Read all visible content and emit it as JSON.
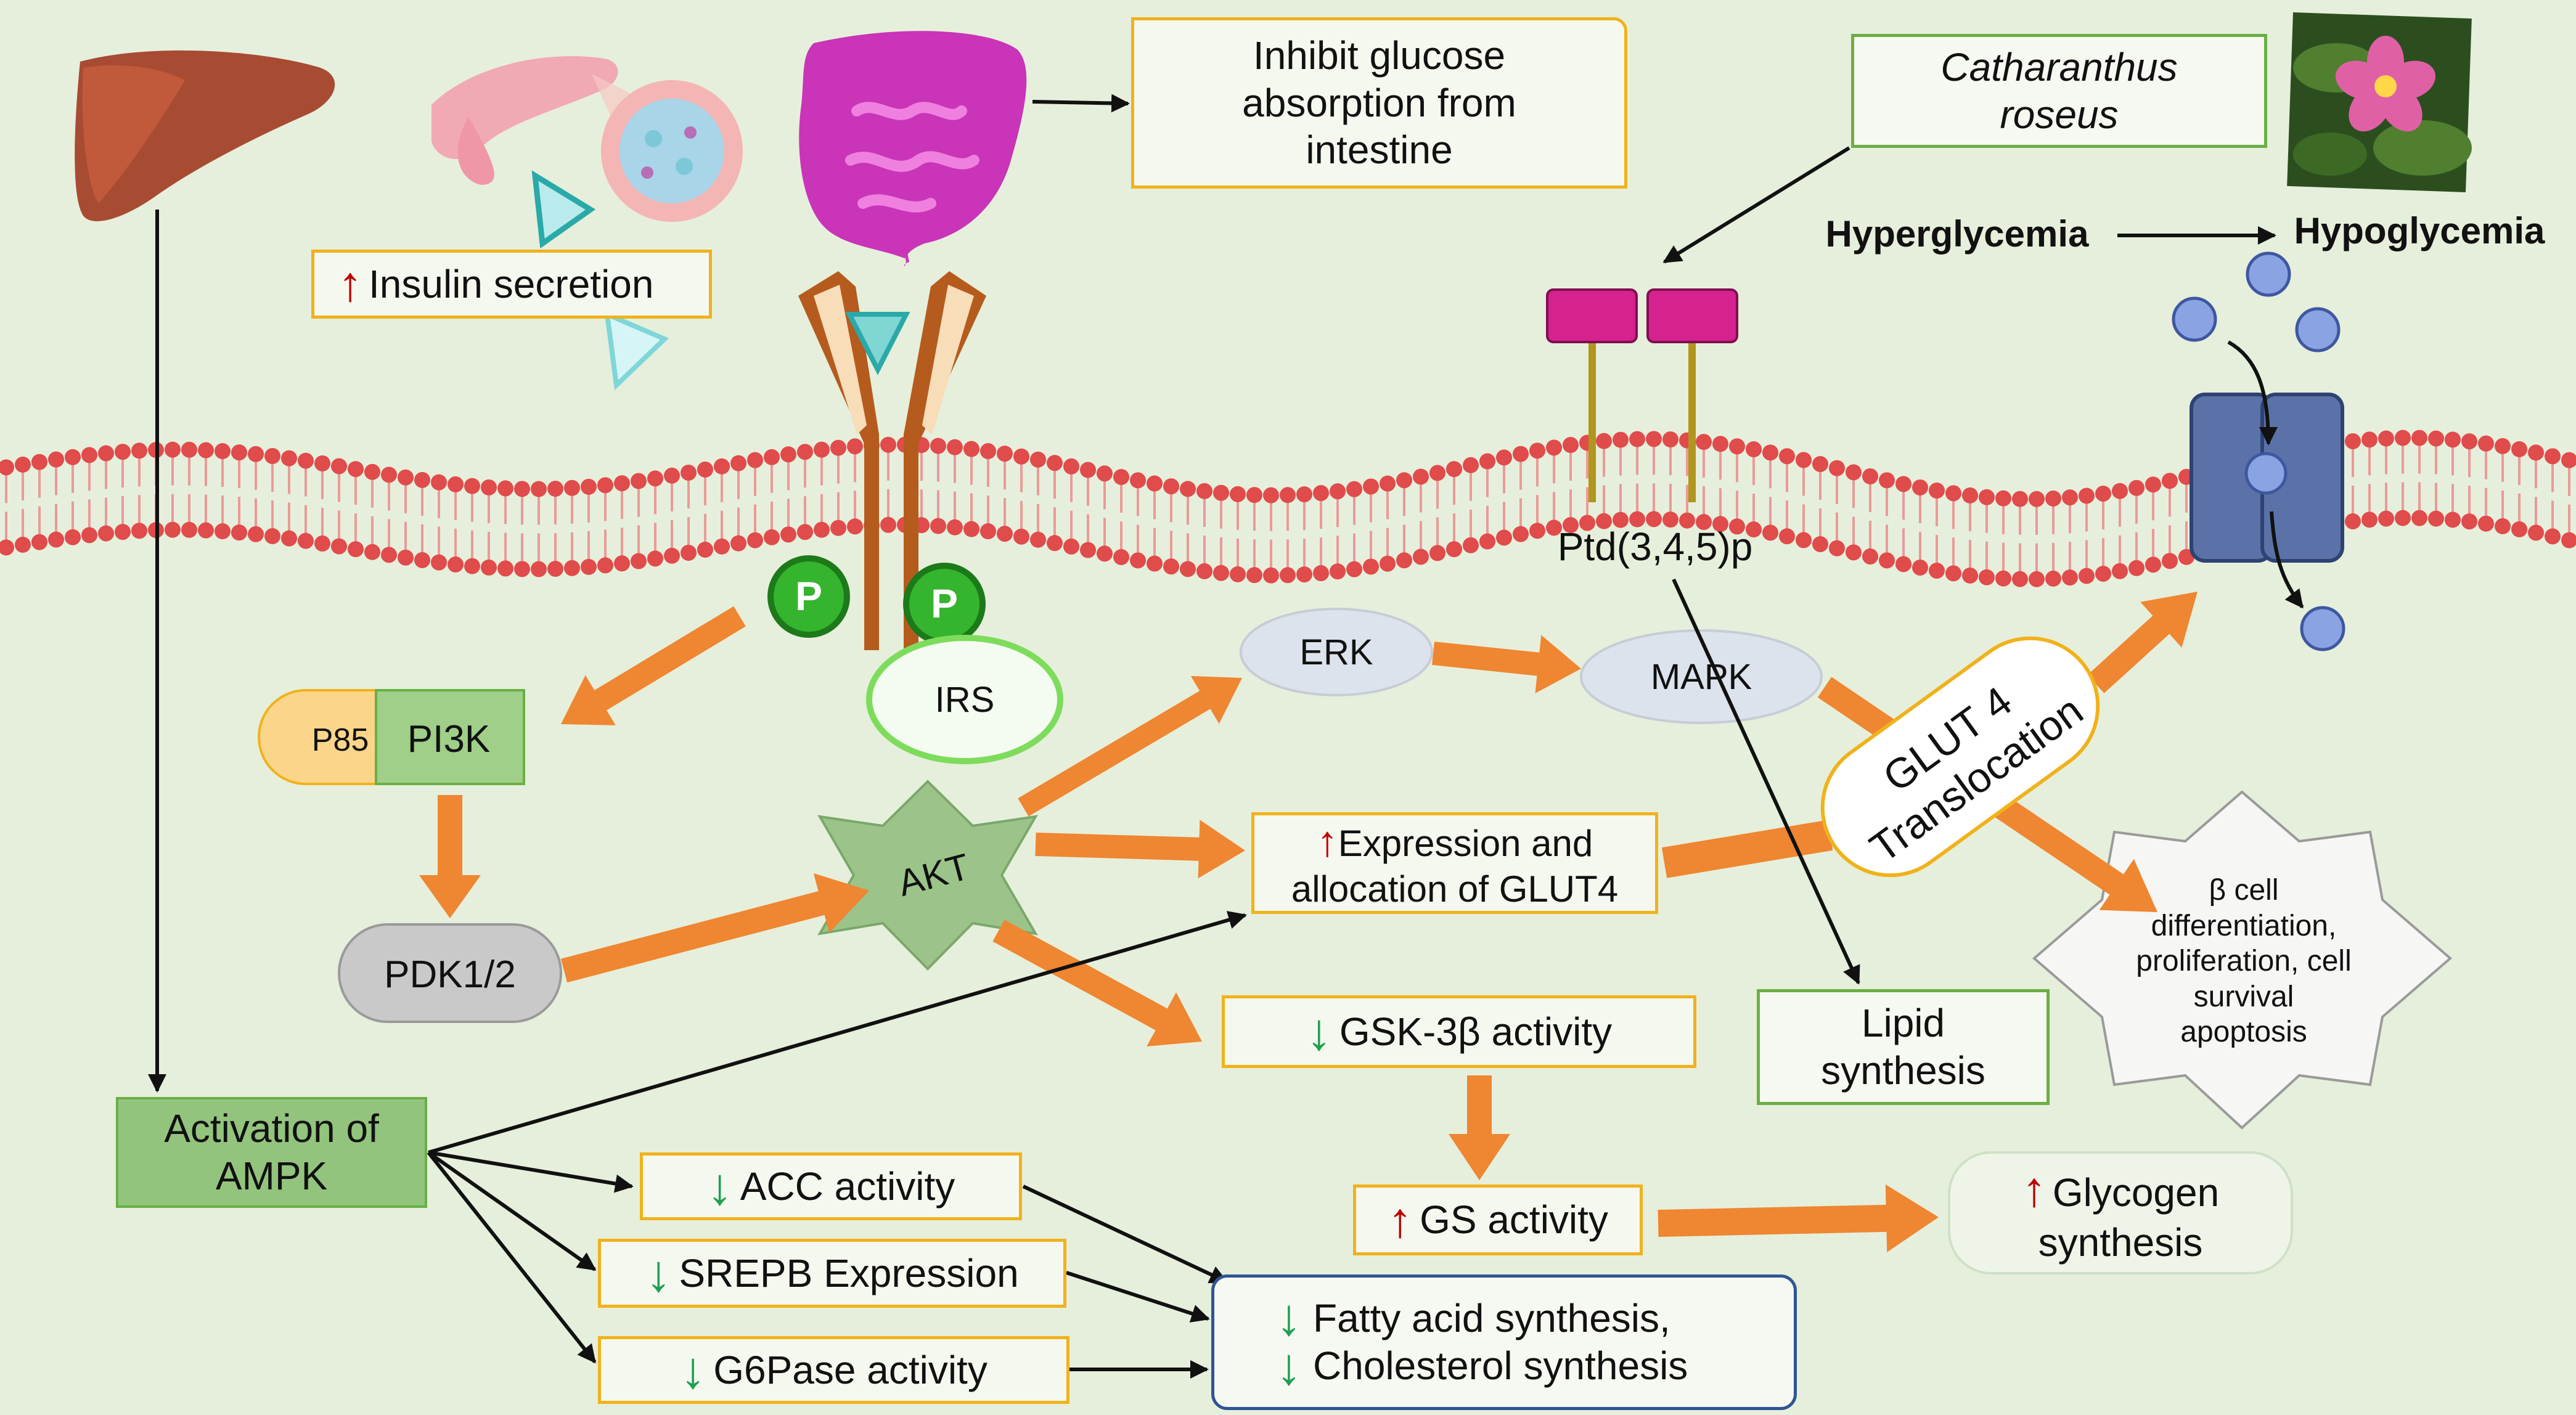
{
  "labels": {
    "inhibit_glucose": "Inhibit glucose absorption from intestine",
    "catharanthus": "Catharanthus roseus",
    "insulin_secretion": "Insulin secretion",
    "hyperglycemia": "Hyperglycemia",
    "hypoglycemia": "Hypoglycemia",
    "ptd": "Ptd(3,4,5)p",
    "p_symbol": "P",
    "irs": "IRS",
    "p85": "P85",
    "pi3k": "PI3K",
    "pdk": "PDK1/2",
    "akt": "AKT",
    "erk": "ERK",
    "mapk": "MAPK",
    "glut4_translocation": "GLUT 4 Translocation",
    "expression_glut4": "Expression and allocation of GLUT4",
    "gsk": "GSK-3β activity",
    "lipid_synthesis": "Lipid synthesis",
    "beta_cell": "β cell differentiation, proliferation, cell survival apoptosis",
    "activation_ampk": "Activation of AMPK",
    "acc": "ACC activity",
    "srepb": "SREPB Expression",
    "g6pase": "G6Pase activity",
    "gs": "GS activity",
    "glycogen": "Glycogen synthesis",
    "fatty_acid": "Fatty acid synthesis, Cholesterol synthesis"
  },
  "symbols": {
    "up_arrow": "↑",
    "down_arrow": "↓"
  },
  "colors": {
    "background": "#e6efdb",
    "membrane_head": "#e04b4b",
    "pathway_arrow": "#ef8631",
    "yellow_border": "#f0b21c",
    "green_border": "#6aaf45",
    "blue_border": "#2f5597",
    "receptor_magenta": "#d6228f",
    "phospho_green": "#35b42d",
    "transporter_blue": "#5a72a8",
    "glucose_blue": "#8aa3e2"
  }
}
